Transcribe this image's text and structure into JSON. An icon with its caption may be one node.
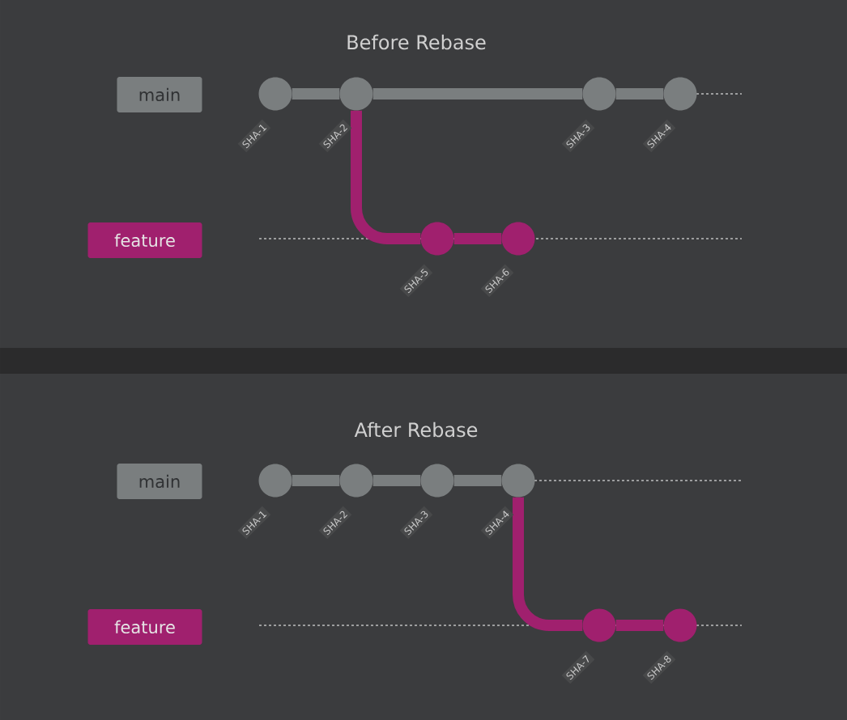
{
  "diagram": {
    "nodes": [
      {
        "text": [
          "main"
        ]
      },
      {
        "text": [
          "feature"
        ]
      },
      {
        "text": [],
        "shape": "circle",
        "beside": [
          "SHA-1"
        ]
      },
      {
        "text": [],
        "shape": "circle",
        "beside": [
          "SHA-2"
        ]
      },
      {
        "text": [],
        "shape": "circle",
        "beside": [
          "SHA-3"
        ]
      },
      {
        "text": [],
        "shape": "circle",
        "beside": [
          "SHA-4"
        ]
      },
      {
        "text": [],
        "shape": "circle",
        "beside": [
          "SHA-5"
        ]
      },
      {
        "text": [],
        "shape": "circle",
        "beside": [
          "SHA-6"
        ]
      },
      {
        "text": [
          "main"
        ]
      },
      {
        "text": [
          "feature"
        ]
      },
      {
        "text": [],
        "shape": "circle",
        "beside": [
          "SHA-1"
        ]
      },
      {
        "text": [],
        "shape": "circle",
        "beside": [
          "SHA-2"
        ]
      },
      {
        "text": [],
        "shape": "circle",
        "beside": [
          "SHA-3"
        ]
      },
      {
        "text": [],
        "shape": "circle",
        "beside": [
          "SHA-4"
        ]
      },
      {
        "text": [],
        "shape": "circle",
        "beside": [
          "SHA-7"
        ]
      },
      {
        "text": [],
        "shape": "circle",
        "beside": [
          "SHA-8"
        ]
      }
    ],
    "edges": [
      {
        "from": 2,
        "to": 3,
        "arrow": "none"
      },
      {
        "from": 3,
        "to": 4,
        "arrow": "none"
      },
      {
        "from": 4,
        "to": 5,
        "arrow": "none"
      },
      {
        "from": 3,
        "to": 6,
        "arrow": "none",
        "color": "#a0206e"
      },
      {
        "from": 6,
        "to": 7,
        "arrow": "none",
        "color": "#a0206e"
      },
      {
        "from": 10,
        "to": 11,
        "arrow": "none"
      },
      {
        "from": 11,
        "to": 12,
        "arrow": "none"
      },
      {
        "from": 12,
        "to": 13,
        "arrow": "none"
      },
      {
        "from": 13,
        "to": 14,
        "arrow": "none",
        "color": "#a0206e"
      },
      {
        "from": 14,
        "to": 15,
        "arrow": "none",
        "color": "#a0206e"
      }
    ],
    "labels": [
      "Before Rebase",
      "After Rebase"
    ]
  }
}
